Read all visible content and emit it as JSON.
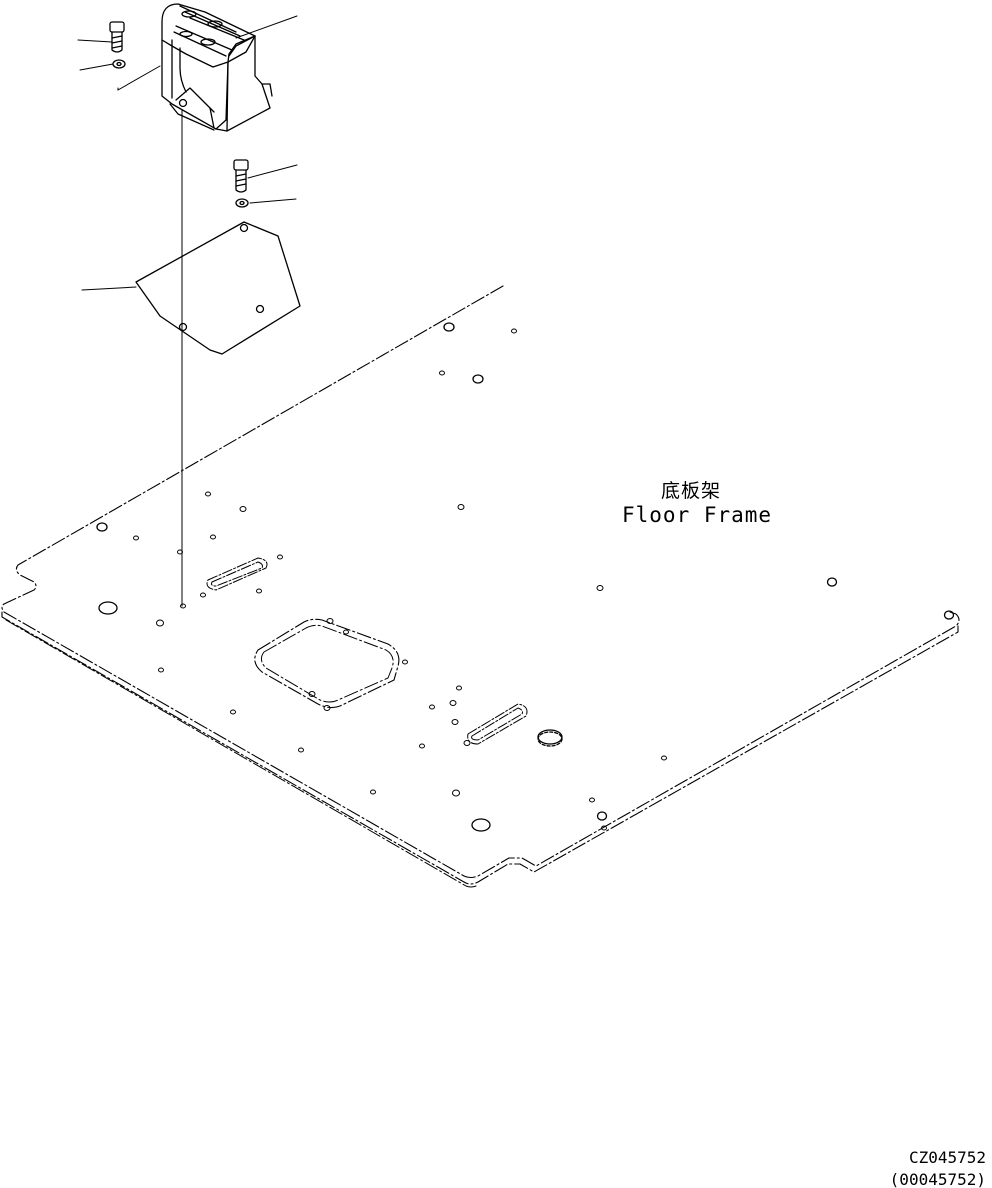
{
  "labels": {
    "part_name_cn": "底板架",
    "part_name_en": "Floor Frame"
  },
  "drawing_codes": {
    "primary": "CZ045752",
    "secondary": "(00045752)"
  },
  "colors": {
    "line": "#000000",
    "background": "#ffffff"
  }
}
